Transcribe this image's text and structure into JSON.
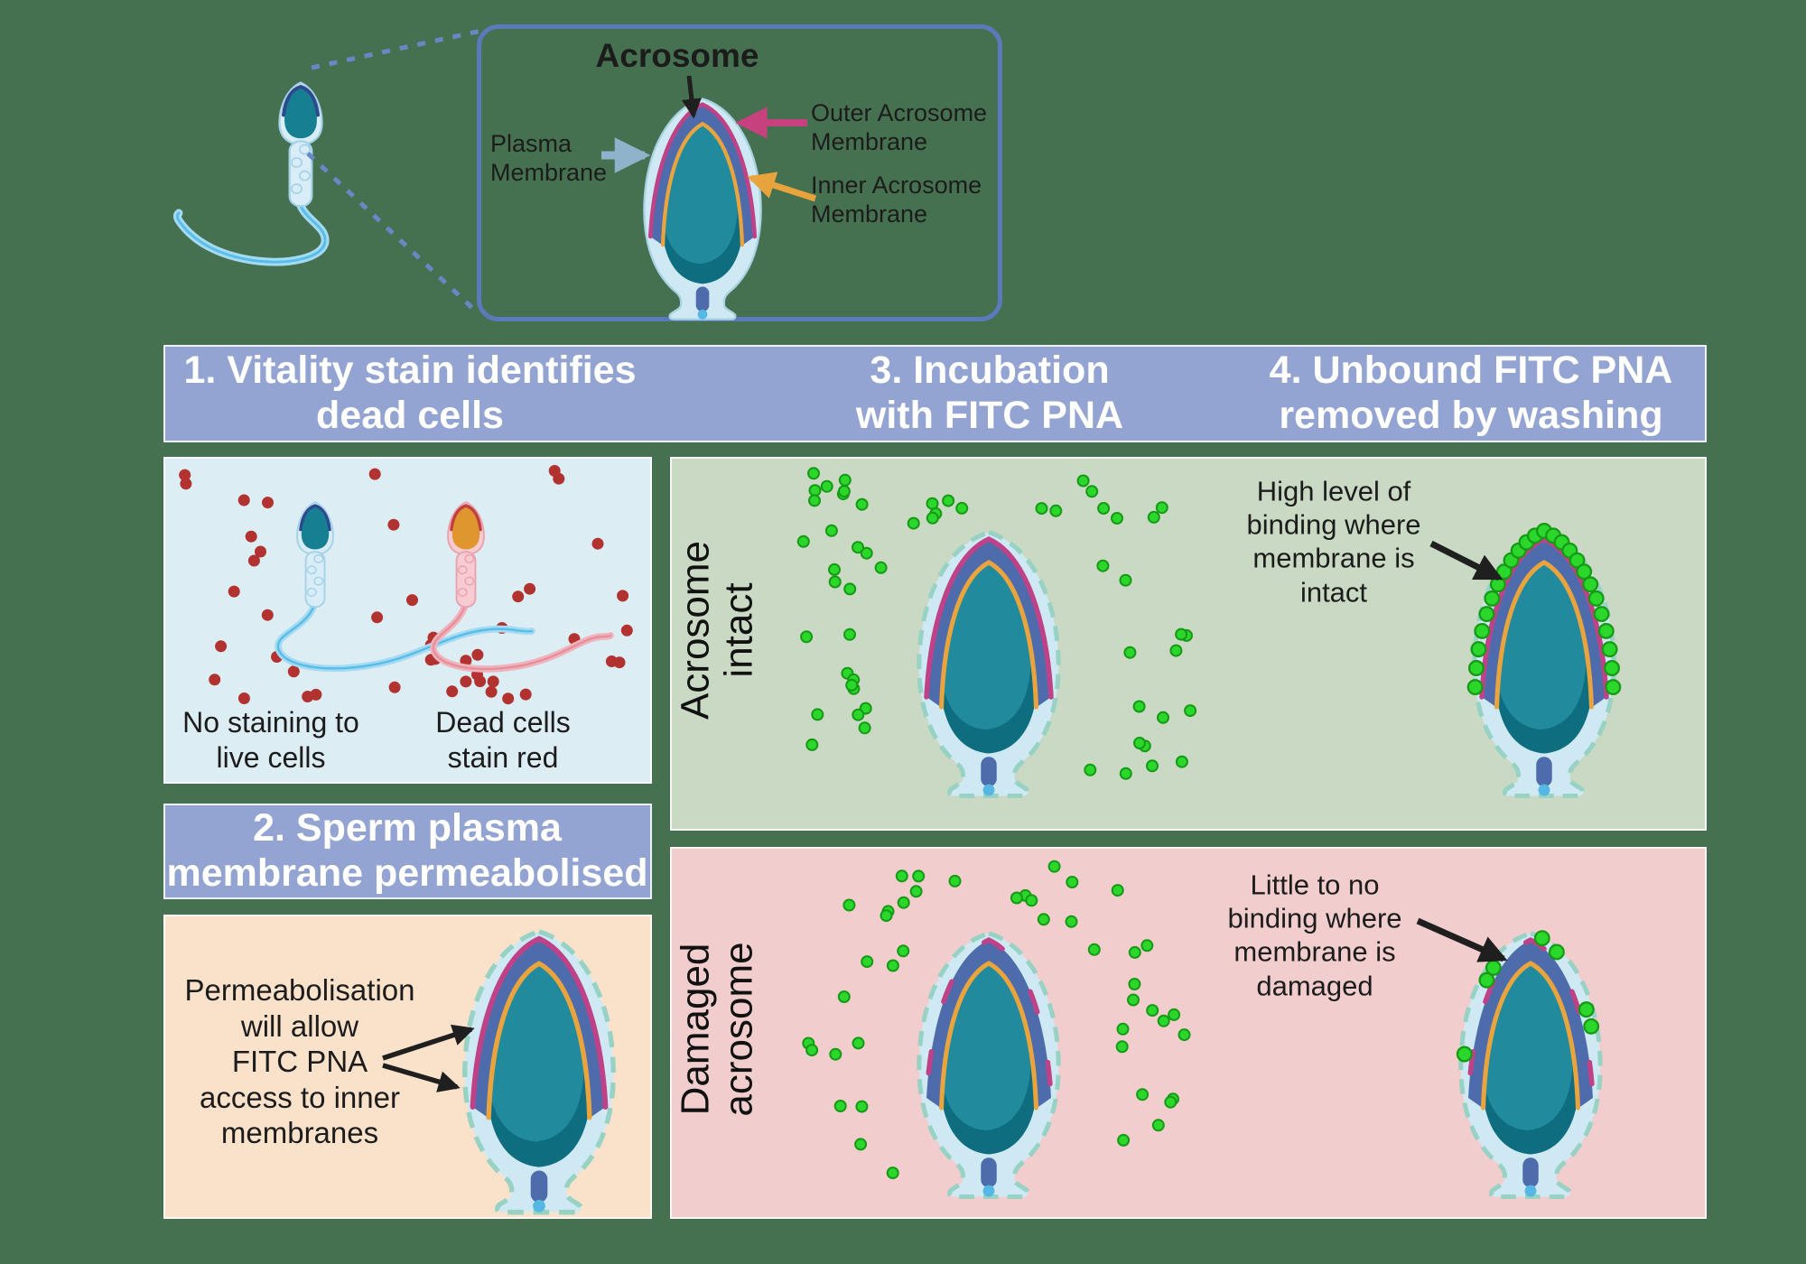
{
  "inset": {
    "title": "Acrosome",
    "plasma": [
      "Plasma",
      "Membrane"
    ],
    "outer": [
      "Outer Acrosome",
      "Membrane"
    ],
    "inner": [
      "Inner Acrosome",
      "Membrane"
    ]
  },
  "headers": {
    "s1": [
      "1. Vitality stain identifies",
      "dead cells"
    ],
    "s2": [
      "2. Sperm plasma",
      "membrane permeabolised"
    ],
    "s3": [
      "3. Incubation",
      "with FITC PNA"
    ],
    "s4": [
      "4. Unbound FITC PNA",
      "removed by washing"
    ]
  },
  "panel1": {
    "live": [
      "No staining to",
      "live cells"
    ],
    "dead": [
      "Dead cells",
      "stain red"
    ]
  },
  "panel2": {
    "lines": [
      "Permeabolisation",
      "will allow",
      "FITC PNA",
      "access to inner",
      "membranes"
    ]
  },
  "green": {
    "label": [
      "Acrosome",
      "intact"
    ],
    "note": [
      "High level of",
      "binding where",
      "membrane is",
      "intact"
    ]
  },
  "pink": {
    "label": [
      "Damaged",
      "acrosome"
    ],
    "note": [
      "Little to no",
      "binding where",
      "membrane is",
      "damaged"
    ]
  },
  "dots": {
    "red": 46,
    "green_intact": 56,
    "green_damaged": 44,
    "beads_intact": 25,
    "beads_damaged": 7
  },
  "colors": {
    "bg": "#467150",
    "header_bg": "#93a4d3",
    "header_text": "#ffffff",
    "panel1_bg": "#dcedf4",
    "panel2_bg": "#fae2ca",
    "green_bg": "#c9d9c3",
    "pink_bg": "#f2cdce",
    "box_border": "#5b7ab9",
    "dashed_line": "#6b86c4",
    "text_dark": "#1c1c1c",
    "red_dot": "#b23230",
    "green_dot": "#2bd72b",
    "green_dot_rim": "#169a16",
    "halo": "#cfe9f4",
    "halo_edge": "#a9d2e2",
    "dash_membrane": "#97d2c4",
    "cap": "#4e6cab",
    "outer_mem": "#bf4187",
    "inner_mem": "#eaa43e",
    "nucleus_dark": "#0f6d80",
    "nucleus_light": "#218b9d",
    "neck_pill": "#4e6cab",
    "neck_dot": "#55b7e3",
    "live_head": "#177f92",
    "live_cap": "#2b4a8e",
    "live_body": "#d8edf8",
    "live_edge": "#a5d2e8",
    "live_tail": "#a5daf2",
    "live_tail_core": "#56bee9",
    "dead_head": "#e0962f",
    "dead_cap": "#c23f3e",
    "dead_body": "#f7cbd1",
    "dead_edge": "#e9a3ae",
    "dead_tail": "#f0b3bc",
    "dead_tail_core": "#e6909e",
    "arrow_black": "#1f1f1f",
    "plasma_arrow": "#8fb3cb",
    "outer_arrow": "#c7417f",
    "inner_arrow": "#e8a33d"
  }
}
